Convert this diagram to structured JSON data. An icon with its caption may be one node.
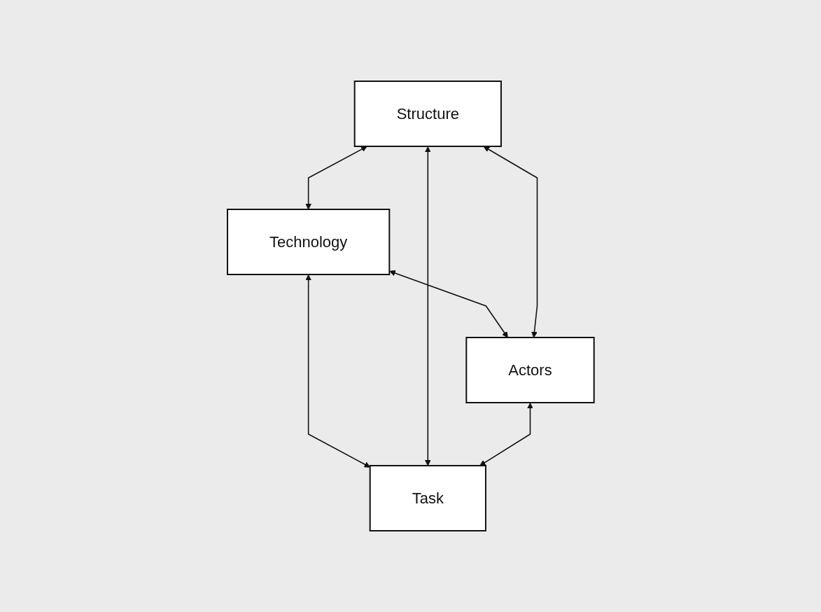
{
  "diagram": {
    "nodes": [
      {
        "text": [
          "Technology"
        ]
      },
      {
        "text": [
          "Structure"
        ]
      },
      {
        "text": [
          "Actors"
        ]
      },
      {
        "text": [
          "Task"
        ]
      }
    ],
    "edges": [
      {
        "from": 1,
        "to": 0,
        "arrow": "both"
      },
      {
        "from": 0,
        "to": 2,
        "arrow": "both"
      },
      {
        "from": 0,
        "to": 3,
        "arrow": "both"
      },
      {
        "from": 1,
        "to": 2,
        "arrow": "both"
      },
      {
        "from": 1,
        "to": 3,
        "arrow": "both"
      },
      {
        "from": 2,
        "to": 3,
        "arrow": "both"
      }
    ]
  }
}
